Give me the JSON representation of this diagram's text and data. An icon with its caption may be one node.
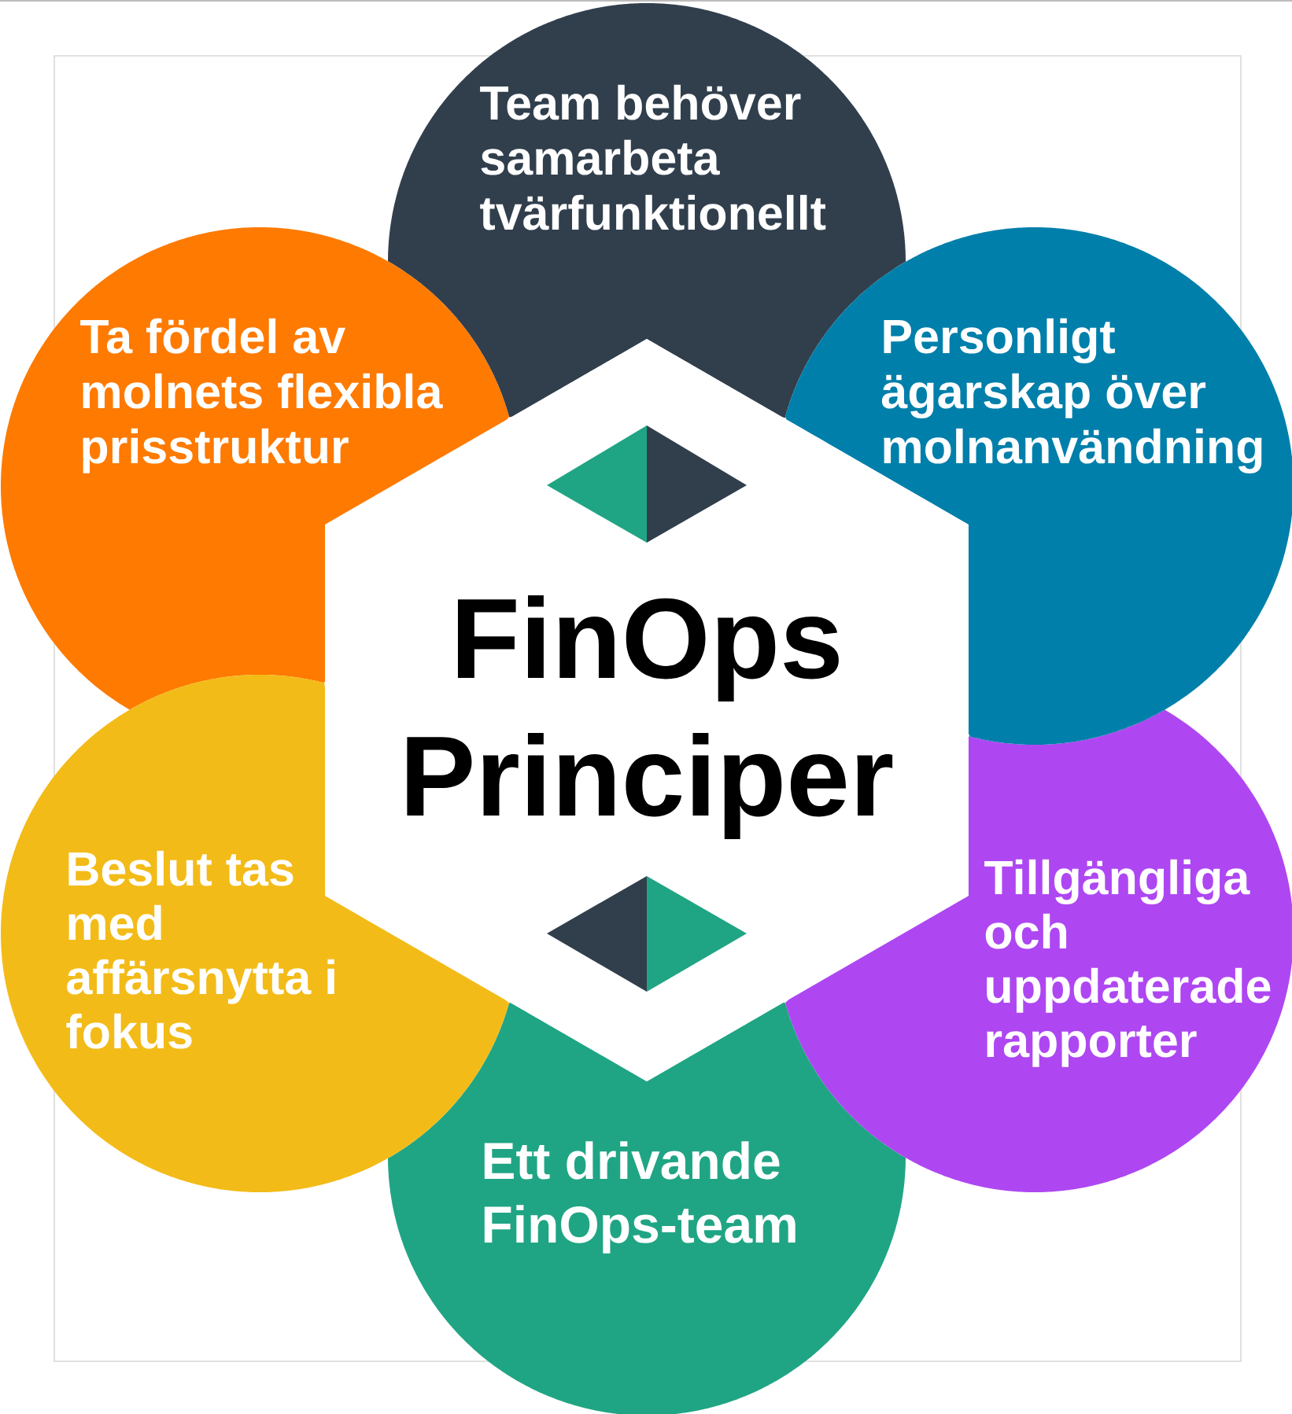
{
  "diagram": {
    "nodes": [
      {
        "text": [
          "Team behöver samarbeta tvärfunktionellt"
        ]
      },
      {
        "text": [
          "Ta fördel av molnets flexibla prisstruktur"
        ]
      },
      {
        "text": [
          "Personligt ägarskap över molnanvändning"
        ]
      },
      {
        "text": [
          "FinOps Principer"
        ]
      },
      {
        "text": [
          "Beslut tas med affärsnytta i fokus"
        ]
      },
      {
        "text": [
          "Tillgängliga och uppdaterade rapporter"
        ]
      },
      {
        "text": [
          "Ett drivande FinOps-team"
        ]
      }
    ]
  }
}
